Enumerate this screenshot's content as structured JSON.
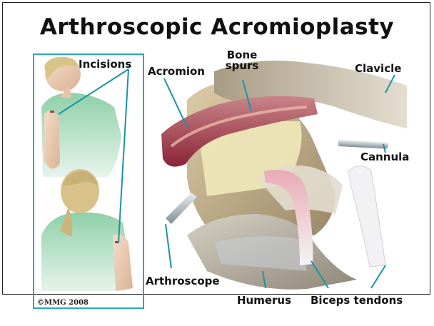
{
  "title": "Arthroscopic Acromioplasty",
  "labels": {
    "incisions": "Incisions",
    "acromion": "Acromion",
    "bone_spurs_line1": "Bone",
    "bone_spurs_line2": "spurs",
    "clavicle": "Clavicle",
    "cannula": "Cannula",
    "arthroscope": "Arthroscope",
    "humerus": "Humerus",
    "biceps_tendons": "Biceps tendons"
  },
  "copyright": "©MMG 2008",
  "colors": {
    "leader_line": "#1a93a7",
    "inset_border": "#2aa7bd",
    "gown": "#7fc49a",
    "bone": "#c9b48a",
    "acromion_red": "#9b2a3c"
  }
}
